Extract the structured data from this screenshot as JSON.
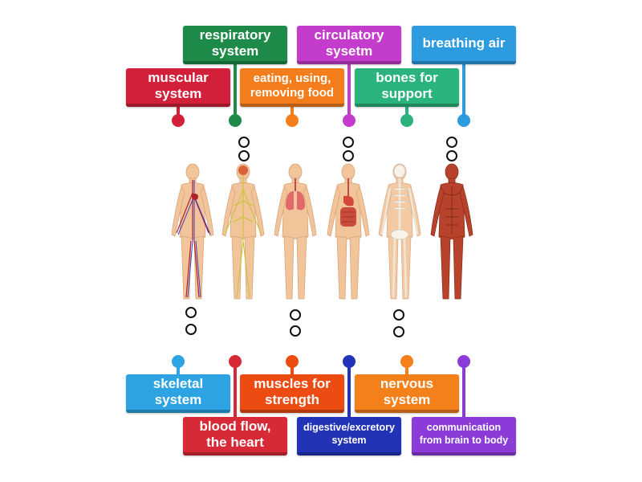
{
  "colors": {
    "red": "#d3203a",
    "green": "#1e8a4a",
    "orange": "#f47d1b",
    "purple": "#c43ccb",
    "teal": "#2bb37e",
    "blue": "#2d9be0",
    "blue_light": "#2ea3e3",
    "red_bottom": "#d82a36",
    "orange_red": "#ec4c12",
    "navy": "#2233b8",
    "orange_bottom": "#f4801c",
    "violet": "#8a3bd8"
  },
  "labels": {
    "top": [
      {
        "text": "respiratory\nsystem"
      },
      {
        "text": "circulatory\nsysetm"
      },
      {
        "text": "breathing air"
      },
      {
        "text": "muscular\nsystem"
      },
      {
        "text": "eating, using,\nremoving food"
      },
      {
        "text": "bones for\nsupport"
      }
    ],
    "bottom": [
      {
        "text": "skeletal\nsystem"
      },
      {
        "text": "muscles for\nstrength"
      },
      {
        "text": "nervous\nsystem"
      },
      {
        "text": "blood flow,\nthe heart"
      },
      {
        "text": "digestive/excretory\nsystem"
      },
      {
        "text": "communication\nfrom brain to body"
      }
    ]
  },
  "figures": [
    {
      "icon": "circulatory-figure-icon"
    },
    {
      "icon": "nervous-figure-icon"
    },
    {
      "icon": "respiratory-figure-icon"
    },
    {
      "icon": "digestive-figure-icon"
    },
    {
      "icon": "skeletal-figure-icon"
    },
    {
      "icon": "muscular-figure-icon"
    }
  ]
}
